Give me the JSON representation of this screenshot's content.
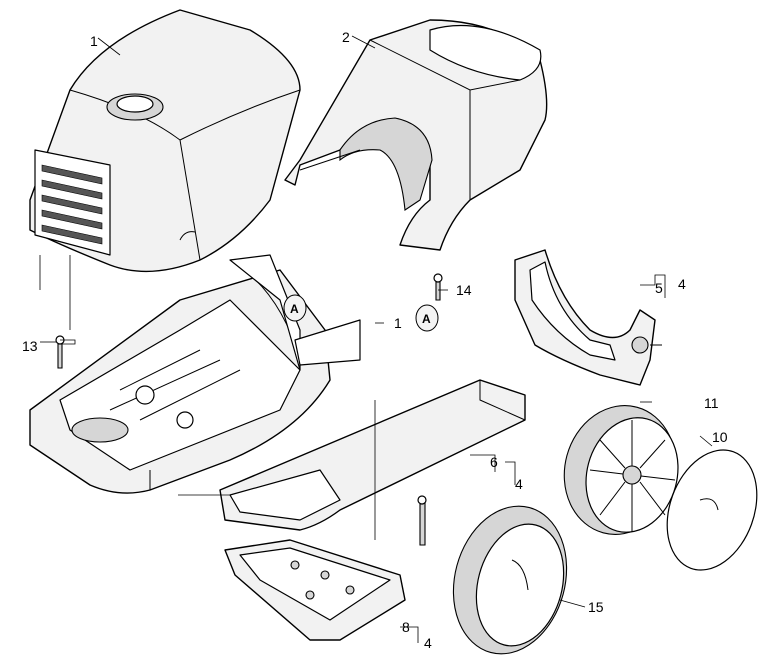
{
  "callouts": {
    "c1": "1",
    "c1b": "1",
    "c2": "2",
    "c4a": "4",
    "c4b": "4",
    "c4c": "4",
    "c5": "5",
    "c6": "6",
    "c8": "8",
    "c10": "10",
    "c11": "11",
    "c13": "13",
    "c14": "14",
    "c15": "15"
  },
  "markers": {
    "a1": "A",
    "a2": "A"
  }
}
